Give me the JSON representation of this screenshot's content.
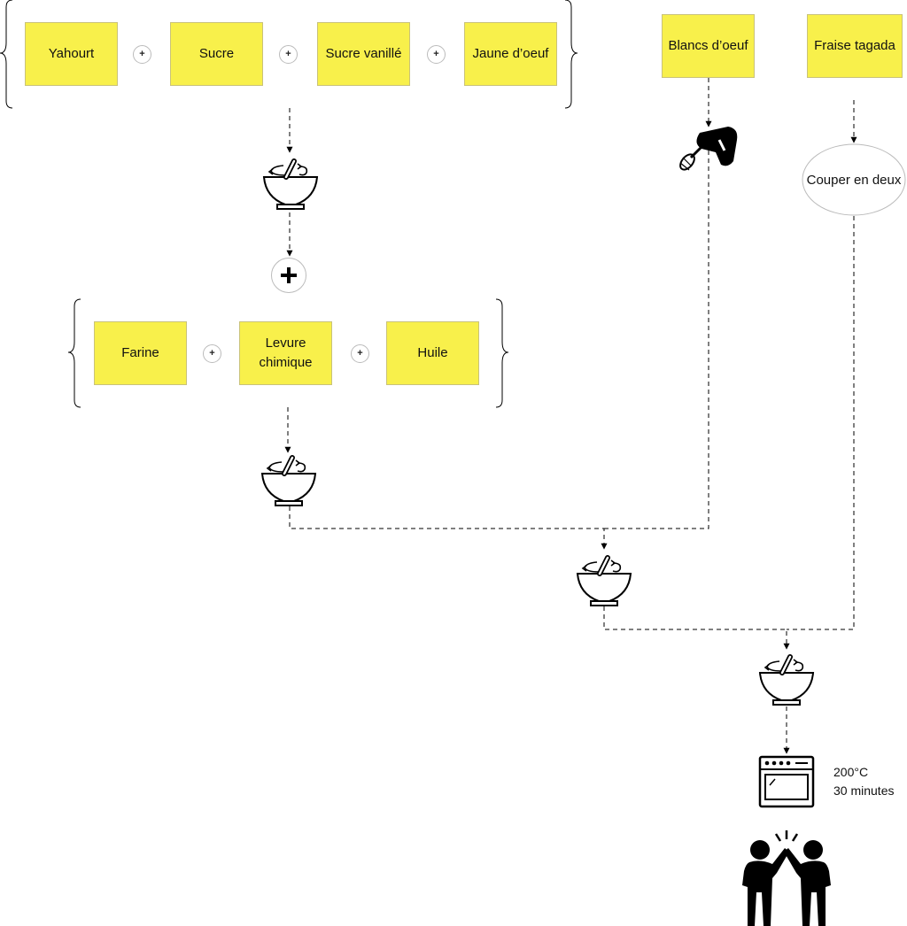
{
  "group1": {
    "ingredients": [
      "Yahourt",
      "Sucre",
      "Sucre vanillé",
      "Jaune d’oeuf"
    ],
    "operator": "+"
  },
  "group2": {
    "ingredients": [
      "Farine",
      "Levure chimique",
      "Huile"
    ],
    "operator": "+"
  },
  "egg_whites": {
    "label": "Blancs d’oeuf"
  },
  "strawberry": {
    "label": "Fraise tagada",
    "step": "Couper en deux"
  },
  "oven": {
    "temperature": "200°C",
    "duration": "30 minutes"
  },
  "icons": {
    "mix": "mixing-bowl-icon",
    "whisk": "hand-mixer-icon",
    "oven": "oven-icon",
    "done": "high-five-icon",
    "combine": "plus-icon"
  },
  "colors": {
    "note_fill": "#f8f04b",
    "line": "#000000"
  }
}
